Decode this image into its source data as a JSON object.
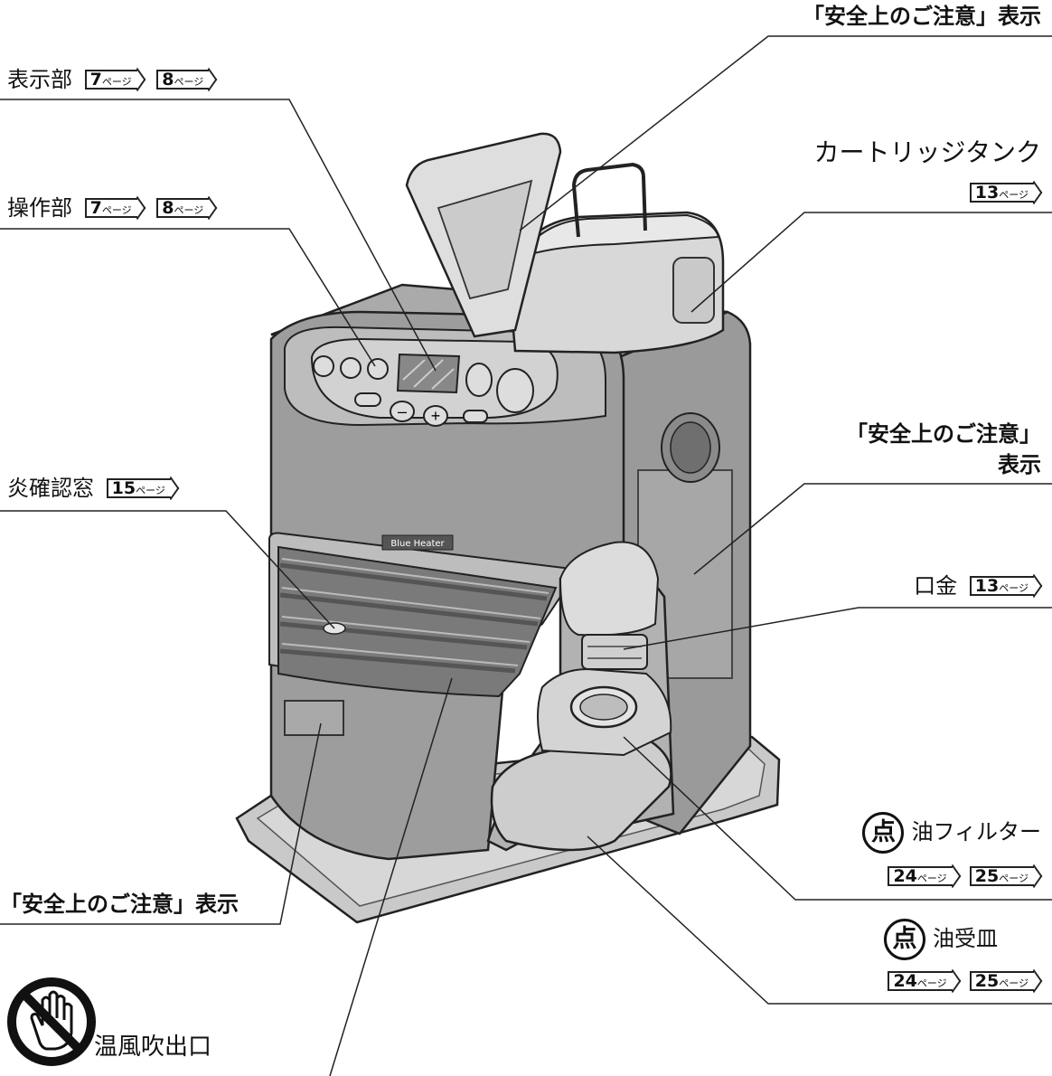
{
  "labels": {
    "display_section": "表示部",
    "operation_section": "操作部",
    "flame_window": "炎確認窓",
    "caution_top": "「安全上のご注意」表示",
    "cartridge_tank": "カートリッジタンク",
    "caution_right_line1": "「安全上のご注意」",
    "caution_right_line2": "表示",
    "cap": "口金",
    "oil_filter": "油フィルター",
    "oil_tray": "油受皿",
    "caution_left": "「安全上のご注意」表示",
    "hot_air_outlet": "温風吹出口"
  },
  "page_refs": {
    "display_section": [
      {
        "num": "7",
        "unit": "ページ"
      },
      {
        "num": "8",
        "unit": "ページ"
      }
    ],
    "operation_section": [
      {
        "num": "7",
        "unit": "ページ"
      },
      {
        "num": "8",
        "unit": "ページ"
      }
    ],
    "flame_window": [
      {
        "num": "15",
        "unit": "ページ"
      }
    ],
    "cartridge_tank": [
      {
        "num": "13",
        "unit": "ページ"
      }
    ],
    "cap": [
      {
        "num": "13",
        "unit": "ページ"
      }
    ],
    "oil_filter": [
      {
        "num": "24",
        "unit": "ページ"
      },
      {
        "num": "25",
        "unit": "ページ"
      }
    ],
    "oil_tray": [
      {
        "num": "24",
        "unit": "ページ"
      },
      {
        "num": "25",
        "unit": "ページ"
      }
    ]
  },
  "inspection_mark": "点",
  "brand_logo_text": "Blue Heater",
  "icons": {
    "no_touch": "no-touch-hand-icon"
  }
}
